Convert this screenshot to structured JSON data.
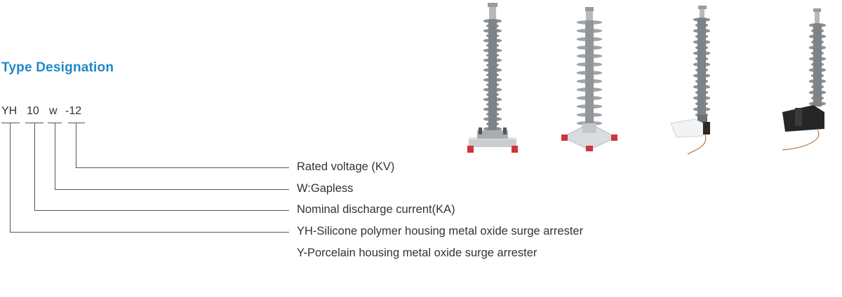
{
  "heading": "Type Designation",
  "code_parts": [
    "YH",
    "10",
    "w",
    "-12"
  ],
  "descriptions": [
    "Rated voltage (KV)",
    "W:Gapless",
    "Nominal discharge current(KA)",
    "YH-Silicone polymer housing metal oxide surge arrester",
    "Y-Porcelain housing metal oxide surge arrester"
  ],
  "colors": {
    "heading": "#1f86c8",
    "text": "#333333",
    "line": "#555555",
    "insulator": "#8e9398",
    "accent_red": "#d0343a"
  },
  "products": [
    {
      "icon": "surge-arrester-tall-icon"
    },
    {
      "icon": "surge-arrester-base-plate-icon"
    },
    {
      "icon": "surge-arrester-white-bracket-icon"
    },
    {
      "icon": "surge-arrester-black-bracket-icon"
    }
  ]
}
